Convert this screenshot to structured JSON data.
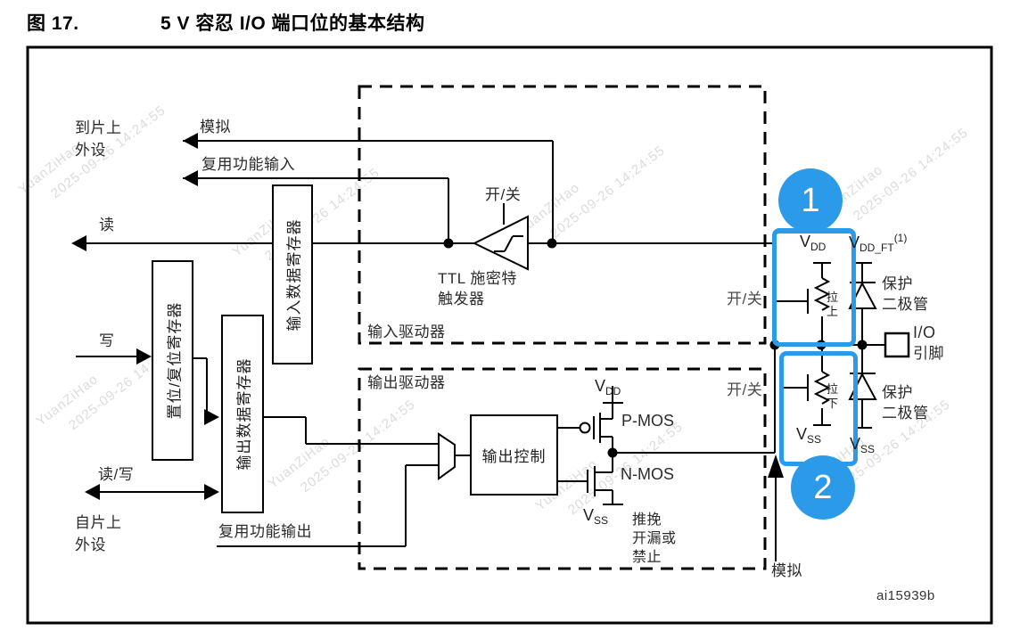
{
  "figure": {
    "label": "图 17.",
    "title": "5 V 容忍 I/O 端口位的基本结构",
    "code": "ai15939b"
  },
  "watermark": {
    "name": "YuanZiHao",
    "timestamp": "2025-09-26 14:24:55"
  },
  "colors": {
    "accent": "#2b9ae9",
    "wire": "#000000"
  },
  "left": {
    "to_peripheral_l1": "到片上",
    "to_peripheral_l2": "外设",
    "analog": "模拟",
    "af_input": "复用功能输入",
    "read": "读",
    "write": "写",
    "read_write": "读/写",
    "from_peripheral_l1": "自片上",
    "from_peripheral_l2": "外设",
    "af_output": "复用功能输出"
  },
  "registers": {
    "set_reset": "置位/复位寄存器",
    "output_data": "输出数据寄存器",
    "input_data": "输入数据寄存器"
  },
  "drivers": {
    "input": "输入驱动器",
    "output": "输出驱动器"
  },
  "schmitt": {
    "on_off": "开/关",
    "name_l1": "TTL 施密特",
    "name_l2": "触发器"
  },
  "output_stage": {
    "control": "输出控制",
    "vdd_base": "V",
    "vdd_sub": "DD",
    "pmos": "P-MOS",
    "nmos": "N-MOS",
    "vss_base": "V",
    "vss_sub": "SS",
    "mode_l1": "推挽",
    "mode_l2": "开漏或",
    "mode_l3": "禁止"
  },
  "right": {
    "marker1": "1",
    "marker2": "2",
    "on_off_pullup": "开/关",
    "on_off_pulldown": "开/关",
    "vdd_base": "V",
    "vdd_sub": "DD",
    "vddft_base": "V",
    "vddft_sub": "DD_FT",
    "vddft_sup": "(1)",
    "pull_up_l1": "拉",
    "pull_up_l2": "上",
    "pull_down_l1": "拉",
    "pull_down_l2": "下",
    "vss_inner_base": "V",
    "vss_inner_sub": "SS",
    "vss_outer_base": "V",
    "vss_outer_sub": "SS",
    "diode_top_l1": "保护",
    "diode_top_l2": "二极管",
    "diode_bottom_l1": "保护",
    "diode_bottom_l2": "二极管",
    "io_pin_l1": "I/O",
    "io_pin_l2": "引脚",
    "analog_bottom": "模拟"
  }
}
